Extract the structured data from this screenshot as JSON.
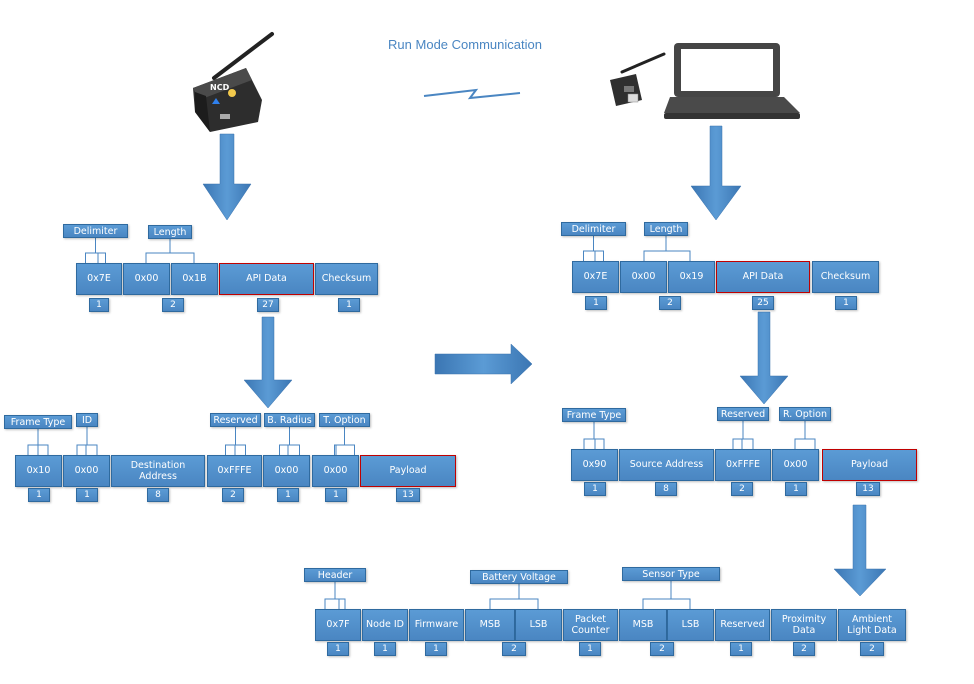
{
  "title": "Run Mode Communication",
  "colors": {
    "box": "#5b9bd5",
    "border": "#2f6a9f",
    "highlight": "#c00000",
    "arrow": "#4a86c2",
    "title": "#4a86c2"
  },
  "icons": {
    "sensor": "wireless-sensor-icon",
    "laptop": "laptop-icon",
    "gateway": "usb-modem-icon",
    "link": "wireless-link-icon"
  },
  "device_logo": {
    "text": "NCD"
  },
  "tx_frame": {
    "fields": [
      {
        "text": "0x7E",
        "count": "1"
      },
      {
        "text": "0x00",
        "count": ""
      },
      {
        "text": "0x1B",
        "count": "2"
      },
      {
        "text": "API Data",
        "count": "27"
      },
      {
        "text": "Checksum",
        "count": "1"
      }
    ],
    "labels": [
      "Delimiter",
      "Length"
    ]
  },
  "tx_api": {
    "fields": [
      {
        "text": "0x10",
        "count": "1"
      },
      {
        "text": "0x00",
        "count": "1"
      },
      {
        "text": "Destination Address",
        "count": "8"
      },
      {
        "text": "0xFFFE",
        "count": "2"
      },
      {
        "text": "0x00",
        "count": "1"
      },
      {
        "text": "0x00",
        "count": "1"
      },
      {
        "text": "Payload",
        "count": "13"
      }
    ],
    "labels": [
      "Frame Type",
      "ID",
      "Reserved",
      "B. Radius",
      "T. Option"
    ]
  },
  "rx_frame": {
    "fields": [
      {
        "text": "0x7E",
        "count": "1"
      },
      {
        "text": "0x00",
        "count": ""
      },
      {
        "text": "0x19",
        "count": "2"
      },
      {
        "text": "API Data",
        "count": "25"
      },
      {
        "text": "Checksum",
        "count": "1"
      }
    ],
    "labels": [
      "Delimiter",
      "Length"
    ]
  },
  "rx_api": {
    "fields": [
      {
        "text": "0x90",
        "count": "1"
      },
      {
        "text": "Source Address",
        "count": "8"
      },
      {
        "text": "0xFFFE",
        "count": "2"
      },
      {
        "text": "0x00",
        "count": "1"
      },
      {
        "text": "Payload",
        "count": "13"
      }
    ],
    "labels": [
      "Frame Type",
      "Reserved",
      "R. Option"
    ]
  },
  "payload": {
    "fields": [
      {
        "text": "0x7F",
        "count": "1"
      },
      {
        "text": "Node ID",
        "count": "1"
      },
      {
        "text": "Firmware",
        "count": "1"
      },
      {
        "text": "MSB",
        "count": ""
      },
      {
        "text": "LSB",
        "count": "2"
      },
      {
        "text": "Packet Counter",
        "count": "1"
      },
      {
        "text": "MSB",
        "count": ""
      },
      {
        "text": "LSB",
        "count": "2"
      },
      {
        "text": "Reserved",
        "count": "1"
      },
      {
        "text": "Proximity Data",
        "count": "2"
      },
      {
        "text": "Ambient Light Data",
        "count": "2"
      }
    ],
    "labels": [
      "Header",
      "Battery Voltage",
      "Sensor Type"
    ]
  }
}
